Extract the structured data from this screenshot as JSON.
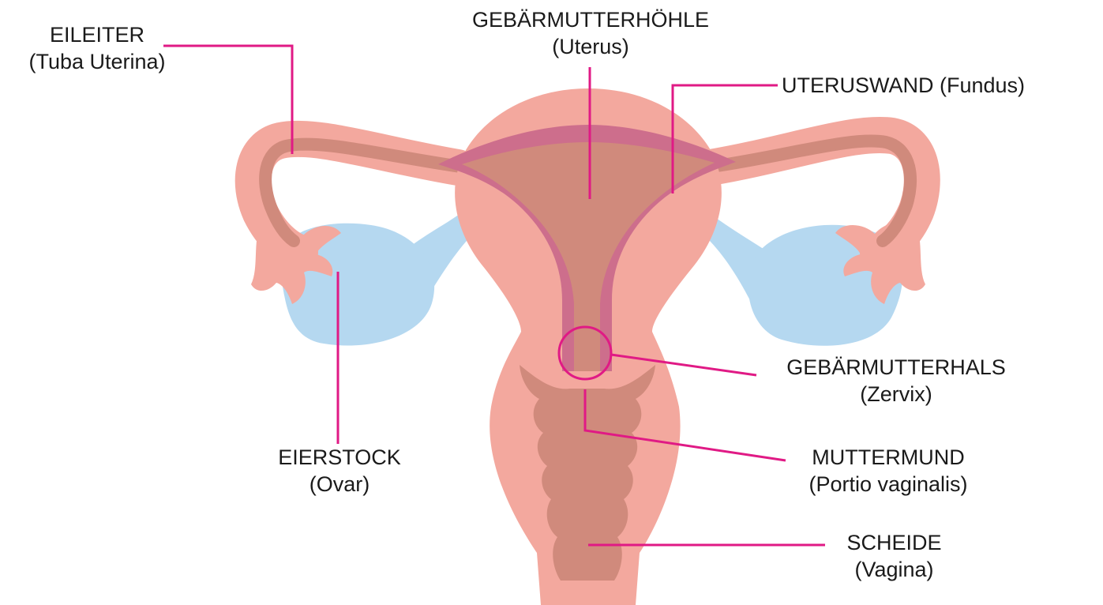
{
  "colors": {
    "tissue": "#f3a89e",
    "cavity": "#d08a7c",
    "lining": "#cd6e8c",
    "ovary": "#b5d8f0",
    "leader": "#e01a85",
    "text": "#1a1a1a"
  },
  "labels": {
    "eileiter": {
      "title": "EILEITER",
      "sub": "(Tuba Uterina)"
    },
    "hoehle": {
      "title": "GEBÄRMUTTERHÖHLE",
      "sub": "(Uterus)"
    },
    "wand": {
      "title": "UTERUSWAND (Fundus)"
    },
    "hals": {
      "title": "GEBÄRMUTTERHALS",
      "sub": "(Zervix)"
    },
    "eierstock": {
      "title": "EIERSTOCK",
      "sub": "(Ovar)"
    },
    "muttermund": {
      "title": "MUTTERMUND",
      "sub": "(Portio vaginalis)"
    },
    "scheide": {
      "title": "SCHEIDE",
      "sub": "(Vagina)"
    }
  }
}
